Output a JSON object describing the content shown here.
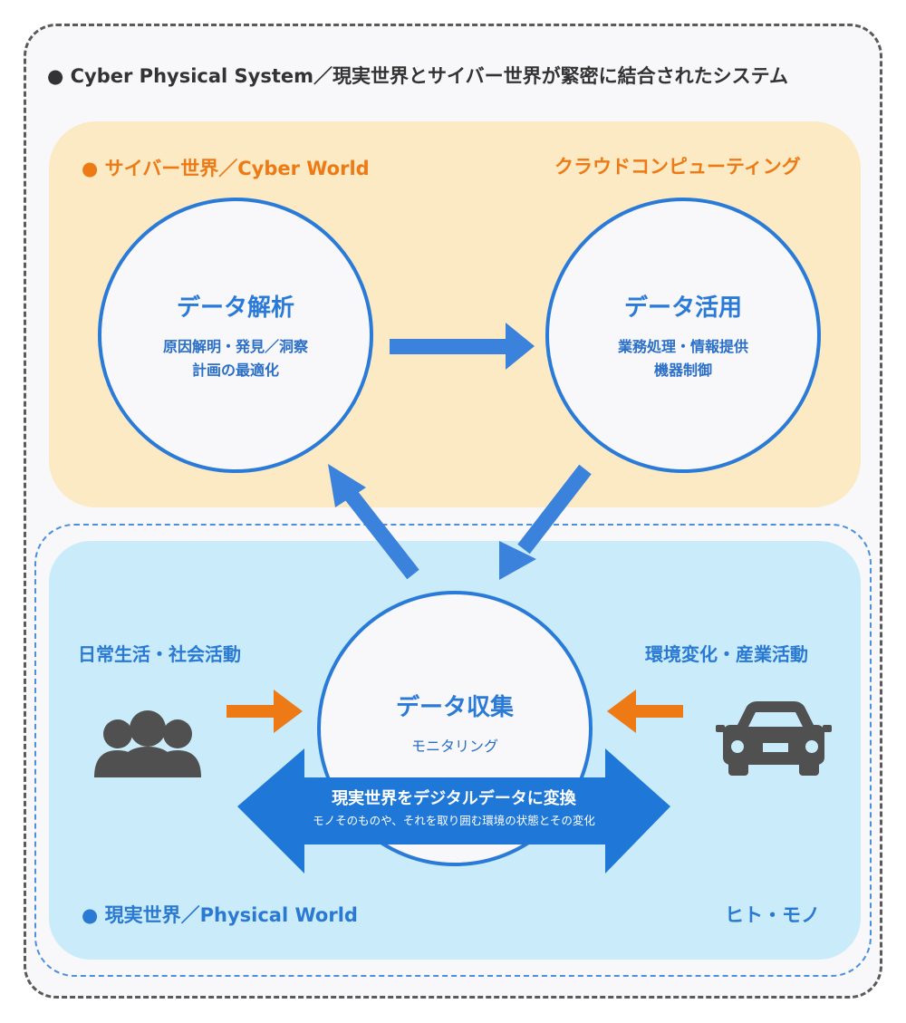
{
  "title": "● Cyber Physical System／現実世界とサイバー世界が緊密に結合されたシステム",
  "cyber": {
    "label": "● サイバー世界／Cyber World",
    "right_label": "クラウドコンピューティング",
    "analysis": {
      "title": "データ解析",
      "line1": "原因解明・発見／洞察",
      "line2": "計画の最適化"
    },
    "utilization": {
      "title": "データ活用",
      "line1": "業務処理・情報提供",
      "line2": "機器制御"
    }
  },
  "physical": {
    "label": "● 現実世界／Physical World",
    "right_label": "ヒト・モノ",
    "left_activity": "日常生活・社会活動",
    "right_activity": "環境変化・産業活動",
    "collection": {
      "title": "データ収集",
      "sub": "モニタリング"
    },
    "banner": {
      "main": "現実世界をデジタルデータに変換",
      "sub": "モノそのものや、それを取り囲む環境の状態とその変化"
    }
  },
  "colors": {
    "blue": "#2a7ad8",
    "orange": "#ee7a16",
    "cyber_bg": "#fbeac3",
    "physical_bg": "#c9ebfa"
  },
  "icons": {
    "people": "people-group-icon",
    "car": "car-icon"
  }
}
